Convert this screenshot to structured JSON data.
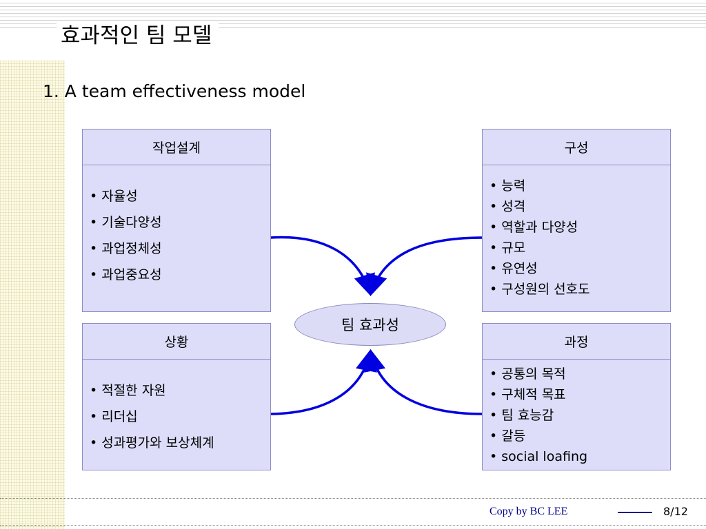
{
  "slide": {
    "title": "효과적인 팀 모델",
    "subtitle": "1. A team effectiveness model"
  },
  "boxes": {
    "top_left": {
      "header": "작업설계",
      "items": [
        "자율성",
        "기술다양성",
        "과업정체성",
        "과업중요성"
      ]
    },
    "top_right": {
      "header": "구성",
      "items": [
        "능력",
        "성격",
        "역할과 다양성",
        "규모",
        "유연성",
        "구성원의 선호도"
      ]
    },
    "bottom_left": {
      "header": "상황",
      "items": [
        "적절한 자원",
        "리더십",
        "성과평가와 보상체계"
      ]
    },
    "bottom_right": {
      "header": "과정",
      "items": [
        "공통의 목적",
        "구체적 목표",
        "팀 효능감",
        "갈등",
        "social loafing"
      ]
    }
  },
  "center": {
    "label": "팀 효과성"
  },
  "footer": {
    "copyright": "Copy by BC LEE",
    "page": "8/12"
  },
  "colors": {
    "box_fill": "#ddddfa",
    "box_border": "#8d8dc4",
    "arrow": "#0000e0",
    "footer_text": "#00008b"
  }
}
